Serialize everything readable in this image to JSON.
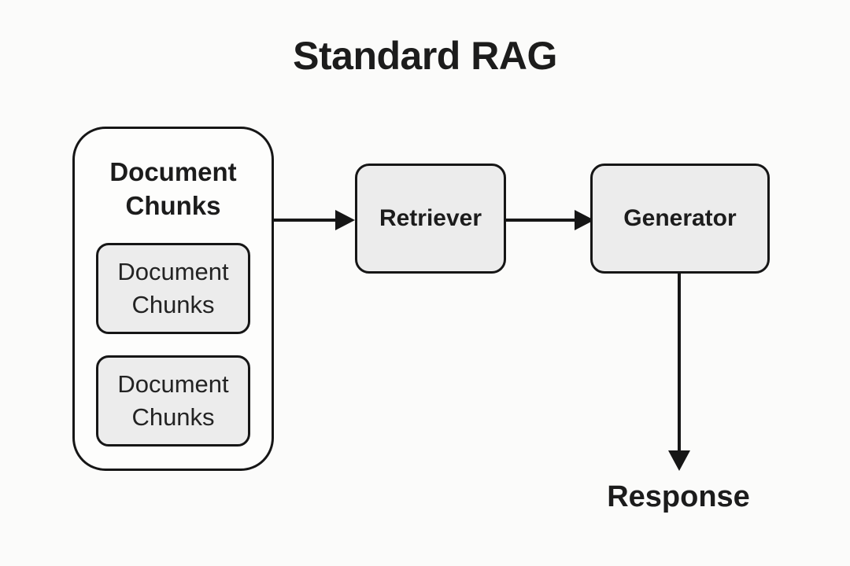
{
  "diagram": {
    "title": "Standard RAG",
    "group": {
      "label": "Document Chunks",
      "items": [
        {
          "label": "Document Chunks"
        },
        {
          "label": "Document Chunks"
        }
      ]
    },
    "nodes": [
      {
        "id": "retriever",
        "label": "Retriever"
      },
      {
        "id": "generator",
        "label": "Generator"
      }
    ],
    "output": {
      "label": "Response"
    },
    "edges": [
      {
        "from": "document-chunks-group",
        "to": "retriever",
        "direction": "right"
      },
      {
        "from": "retriever",
        "to": "generator",
        "direction": "right"
      },
      {
        "from": "generator",
        "to": "response",
        "direction": "down"
      }
    ],
    "colors": {
      "background": "#fbfbfa",
      "node_fill": "#ececec",
      "stroke": "#161616",
      "text": "#1c1c1c"
    }
  }
}
